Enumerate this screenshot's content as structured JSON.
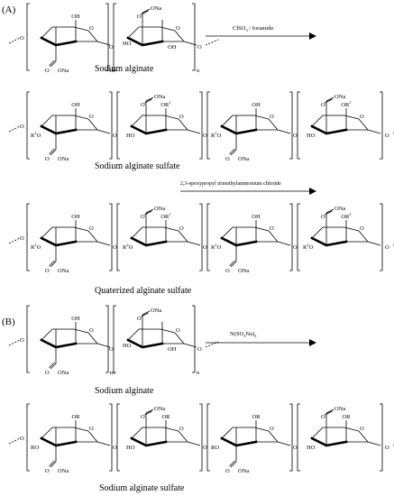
{
  "panels": {
    "a": "(A)",
    "b": "(B)"
  },
  "labels": {
    "alginate": "Sodium alginate",
    "alginate_sulfate": "Sodium alginate sulfate",
    "quaterized": "Quaterized alginate sulfate"
  },
  "reagents": {
    "sulfation_a": "ClSO",
    "sulfation_a_sub": "3",
    "sulfation_a_rest": " / foramide",
    "quaternization": "2,3-epoxypropyl trimethylammonium chloride",
    "sulfation_b": "N(SO",
    "sulfation_b_sub": "3",
    "sulfation_b_mid": "Na)",
    "sulfation_b_sub2": "3"
  },
  "atoms": {
    "O": "O",
    "OH": "OH",
    "HO": "HO",
    "ONa": "ONa",
    "OR": "OR",
    "OR1": "OR",
    "OR2": "OR",
    "R1O": "R",
    "sup1": "1",
    "sup2": "2",
    "sup3": "3",
    "m": "m",
    "n": "n"
  }
}
